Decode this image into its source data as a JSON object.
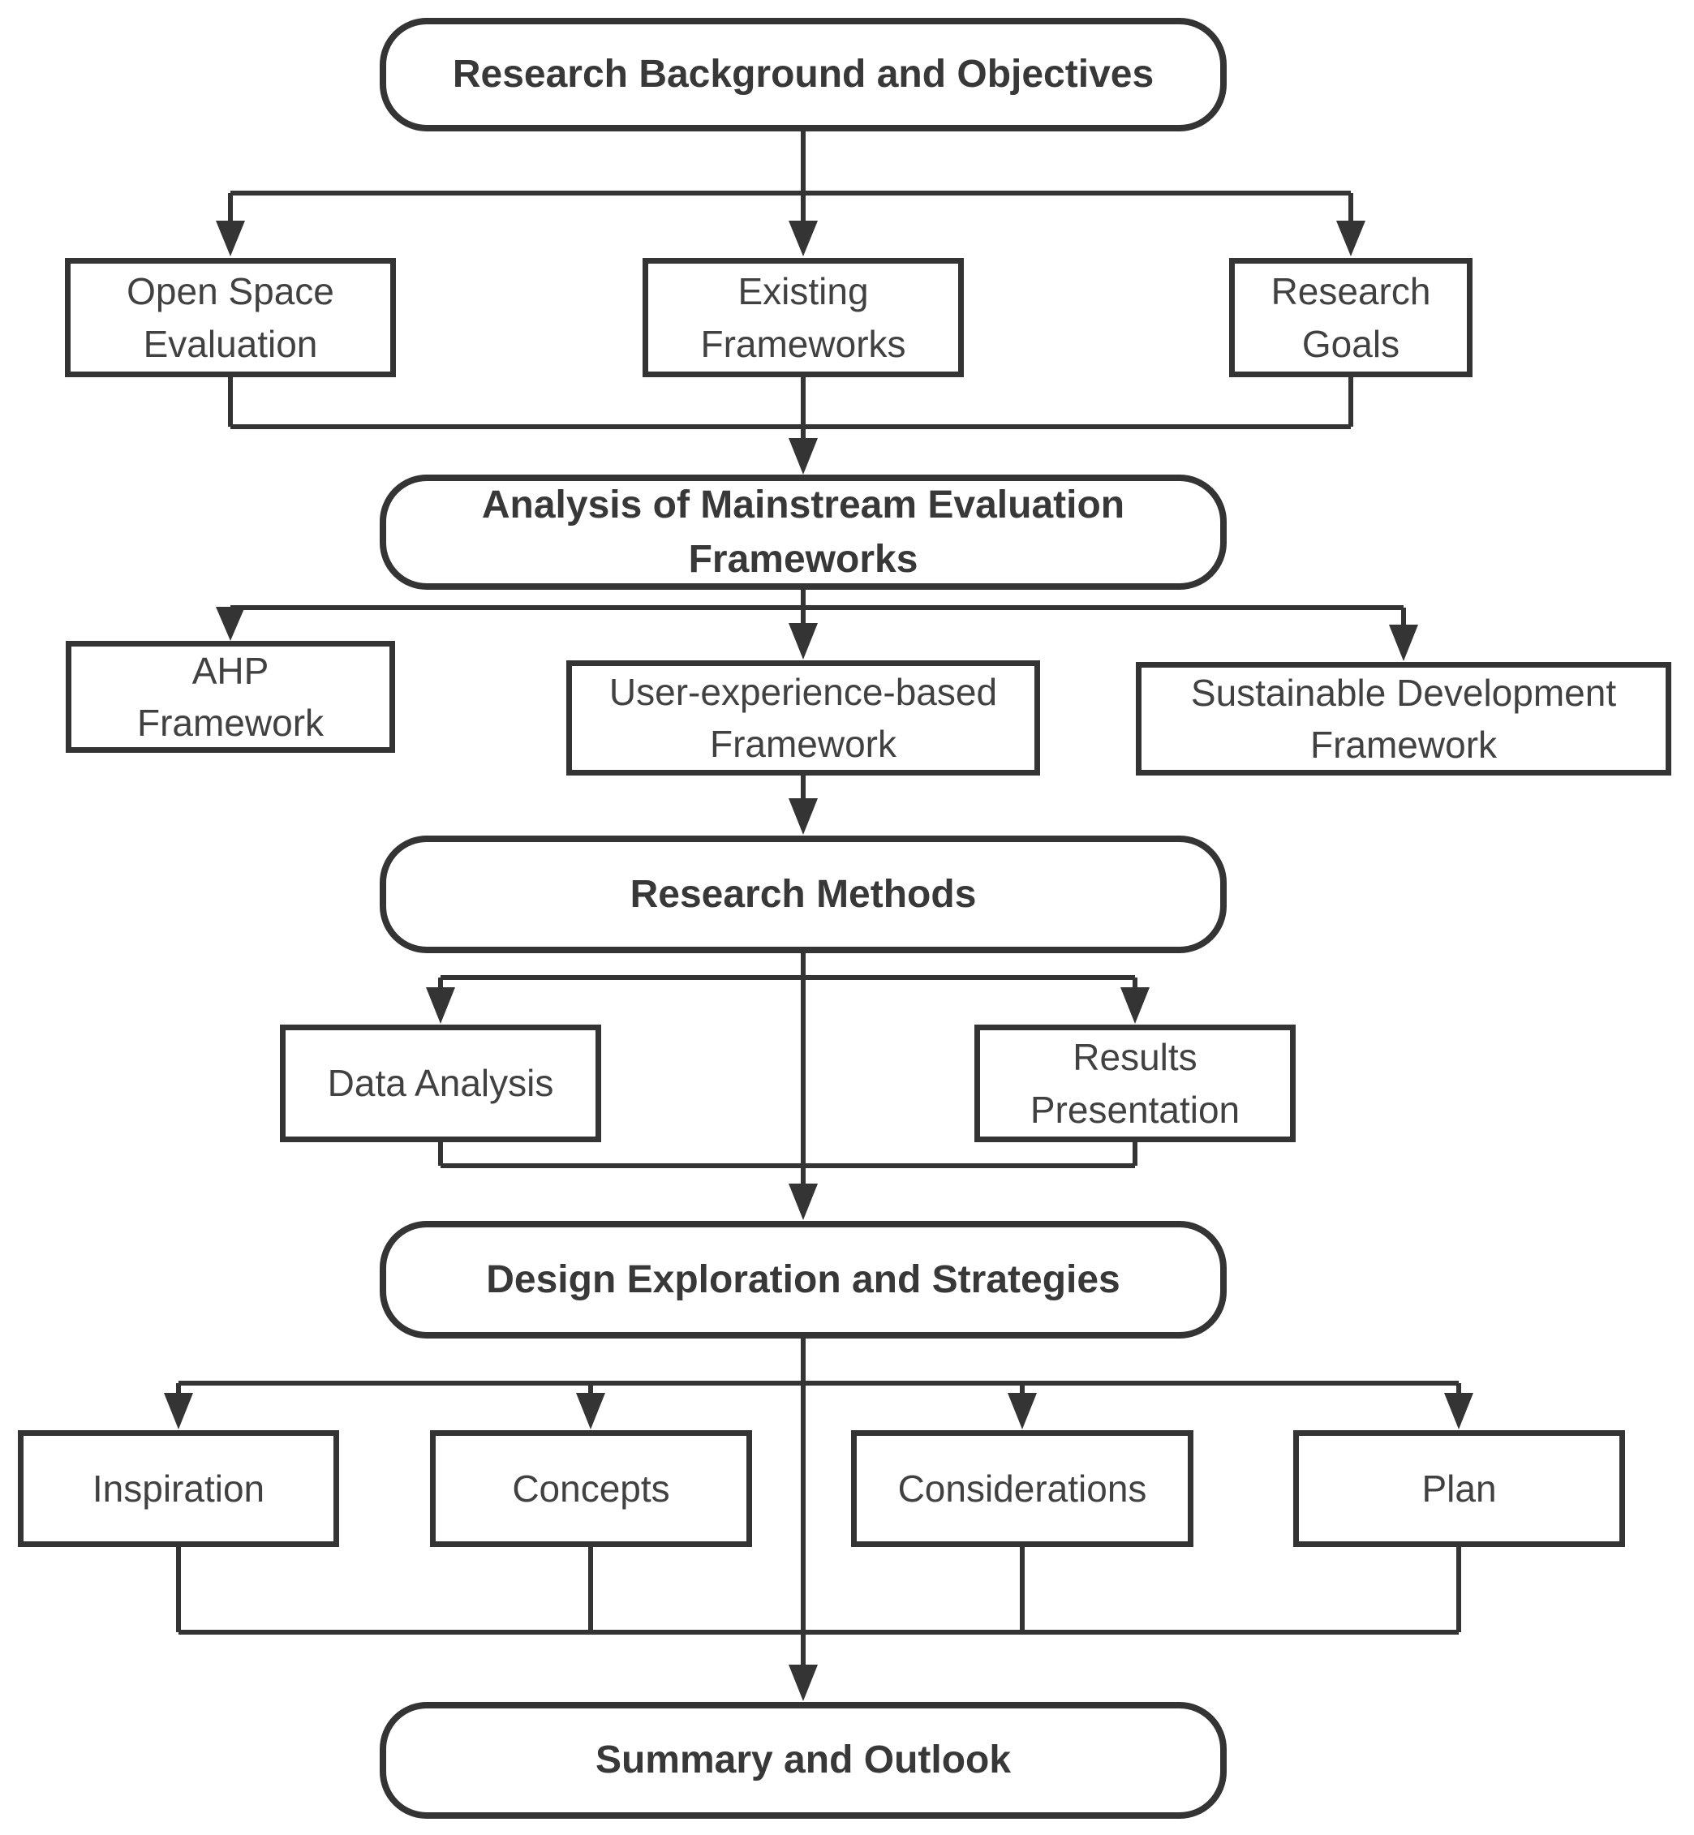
{
  "diagram": {
    "type": "flowchart",
    "line_color": "#343434",
    "background_color": "#ffffff",
    "nodes": {
      "stage1": {
        "label": "Research Background and Objectives"
      },
      "open_space": {
        "label": "Open Space\nEvaluation"
      },
      "existing": {
        "label": "Existing\nFrameworks"
      },
      "goals": {
        "label": "Research\nGoals"
      },
      "stage2": {
        "label": "Analysis of Mainstream Evaluation\nFrameworks"
      },
      "ahp": {
        "label": "AHP\nFramework"
      },
      "user_experience": {
        "label": "User-experience-based\nFramework"
      },
      "sustainable": {
        "label": "Sustainable Development\nFramework"
      },
      "stage3": {
        "label": "Research Methods"
      },
      "data_analysis": {
        "label": "Data Analysis"
      },
      "results": {
        "label": "Results\nPresentation"
      },
      "stage4": {
        "label": "Design Exploration and Strategies"
      },
      "inspiration": {
        "label": "Inspiration"
      },
      "concepts": {
        "label": "Concepts"
      },
      "considerations": {
        "label": "Considerations"
      },
      "plan": {
        "label": "Plan"
      },
      "stage5": {
        "label": "Summary and Outlook"
      }
    }
  }
}
